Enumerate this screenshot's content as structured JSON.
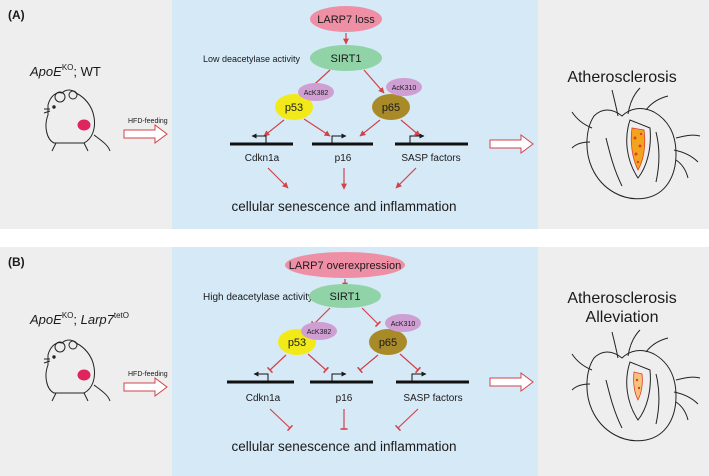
{
  "panels": [
    {
      "id": "A",
      "label": "(A)",
      "genotype_main": "ApoE",
      "genotype_sup": "KO",
      "genotype_rest": "; WT",
      "genotype_italic2": "",
      "genotype_sup2": "",
      "feeding": "HFD-feeding",
      "trigger": "LARP7 loss",
      "activity": "Low deacetylase activity",
      "sirt1": "SIRT1",
      "p53": "p53",
      "p65": "p65",
      "ack382": "AcK382",
      "ack310": "AcK310",
      "gene1": "Cdkn1a",
      "gene2": "p16",
      "gene3": "SASP factors",
      "outcome": "cellular senescence and inflammation",
      "result_line1": "Atherosclerosis",
      "result_line2": ""
    },
    {
      "id": "B",
      "label": "(B)",
      "genotype_main": "ApoE",
      "genotype_sup": "KO",
      "genotype_rest": "; ",
      "genotype_italic2": "Larp7",
      "genotype_sup2": "tetO",
      "feeding": "HFD-feeding",
      "trigger": "LARP7 overexpression",
      "activity": "High deacetylase activity",
      "sirt1": "SIRT1",
      "p53": "p53",
      "p65": "p65",
      "ack382": "AcK382",
      "ack310": "AcK310",
      "gene1": "Cdkn1a",
      "gene2": "p16",
      "gene3": "SASP factors",
      "outcome": "cellular senescence and inflammation",
      "result_line1": "Atherosclerosis",
      "result_line2": "Alleviation"
    }
  ],
  "colors": {
    "panel_grey": "#eeeeee",
    "center_blue": "#d6e9f7",
    "trigger_pink": "#ee8fa6",
    "sirt1_green": "#8fd3a6",
    "p53_yellow": "#f2ea18",
    "p65_brown": "#a88a28",
    "acetyl_purple": "#cf9fd4",
    "arrow_red": "#d1434b",
    "plaque_orange": "#f3a41d",
    "plaque_red": "#e03c2c"
  }
}
